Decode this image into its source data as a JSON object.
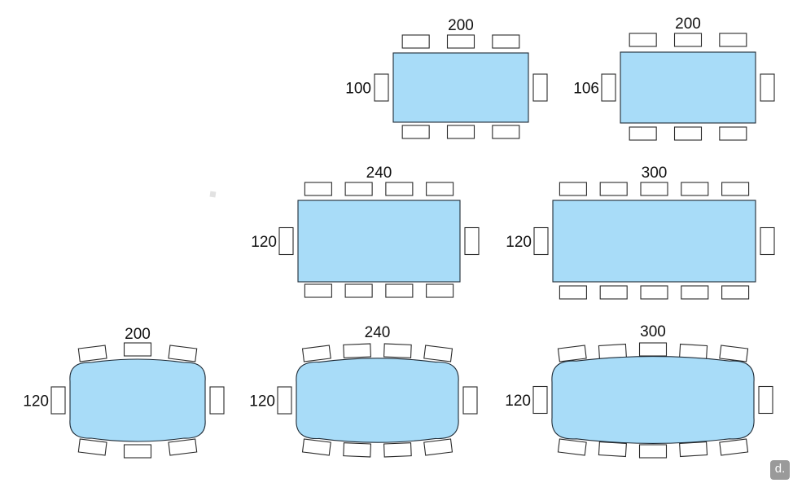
{
  "tables": [
    {
      "id": "t1",
      "shape": "rectangular",
      "length_label": "200",
      "width_label": "100",
      "long_side_chairs": 3,
      "end_chairs": 1
    },
    {
      "id": "t2",
      "shape": "rectangular",
      "length_label": "200",
      "width_label": "106",
      "long_side_chairs": 3,
      "end_chairs": 1
    },
    {
      "id": "t3",
      "shape": "rectangular",
      "length_label": "240",
      "width_label": "120",
      "long_side_chairs": 4,
      "end_chairs": 1
    },
    {
      "id": "t4",
      "shape": "rectangular",
      "length_label": "300",
      "width_label": "120",
      "long_side_chairs": 5,
      "end_chairs": 1
    },
    {
      "id": "t5",
      "shape": "barrel-oval",
      "length_label": "200",
      "width_label": "120",
      "long_side_chairs": 3,
      "end_chairs": 1
    },
    {
      "id": "t6",
      "shape": "barrel-oval",
      "length_label": "240",
      "width_label": "120",
      "long_side_chairs": 4,
      "end_chairs": 1
    },
    {
      "id": "t7",
      "shape": "barrel-oval",
      "length_label": "300",
      "width_label": "120",
      "long_side_chairs": 5,
      "end_chairs": 1
    }
  ],
  "colors": {
    "table_fill": "#a8dcf8",
    "outline": "#1e2a35",
    "chair_fill": "#ffffff",
    "logo_bg": "#9a9a9a"
  },
  "logo": {
    "glyph": "d."
  }
}
